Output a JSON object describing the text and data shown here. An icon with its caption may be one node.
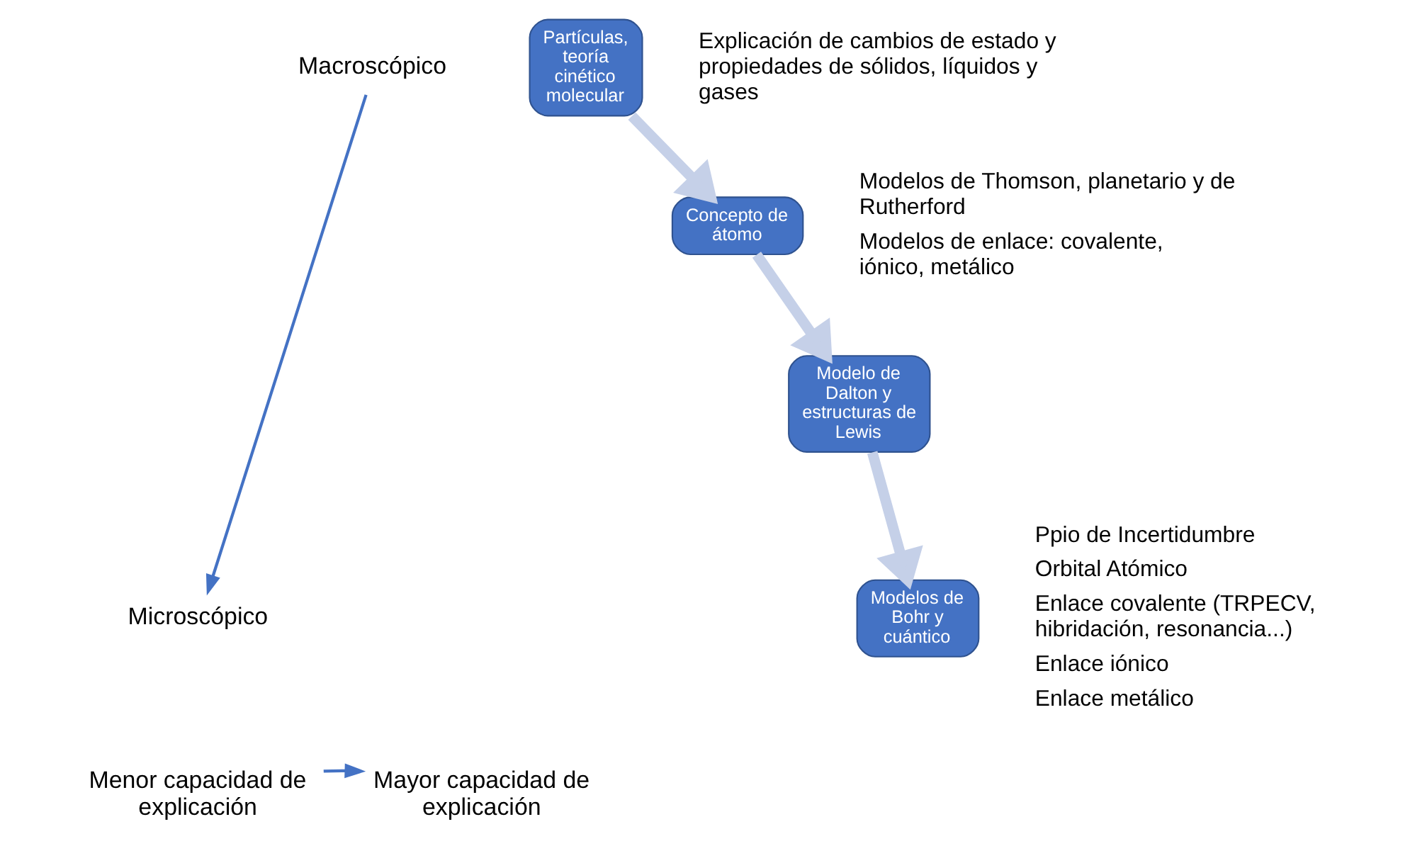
{
  "diagram": {
    "nodes": [
      {
        "text": [
          "Partículas, teoría cinético molecular"
        ],
        "beside": [
          "Explicación de cambios de estado y propiedades de sólidos, líquidos y gases"
        ]
      },
      {
        "text": [
          "Concepto de átomo"
        ],
        "beside": [
          "Modelos de Thomson, planetario y de Rutherford",
          "Modelos de enlace: covalente, iónico, metálico"
        ]
      },
      {
        "text": [
          "Modelo de Dalton y estructuras de Lewis"
        ]
      },
      {
        "text": [
          "Modelos de Bohr y cuántico"
        ],
        "beside": [
          "Ppio de Incertidumbre",
          "Orbital Atómico",
          "Enlace covalente (TRPECV, hibridación, resonancia...)",
          "Enlace iónico",
          "Enlace metálico"
        ]
      },
      {
        "text": [
          "Macroscópico"
        ]
      },
      {
        "text": [
          "Microscópico"
        ]
      },
      {
        "text": [
          "Menor capacidad de explicación"
        ]
      },
      {
        "text": [
          "Mayor capacidad de explicación"
        ]
      }
    ],
    "edges": [
      {
        "from": 0,
        "to": 1,
        "arrow": "to"
      },
      {
        "from": 1,
        "to": 2,
        "arrow": "to"
      },
      {
        "from": 2,
        "to": 3,
        "arrow": "to"
      },
      {
        "from": 4,
        "to": 5,
        "arrow": "to",
        "color": "#4472c4"
      },
      {
        "from": 6,
        "to": 7,
        "arrow": "to",
        "color": "#4472c4"
      }
    ]
  }
}
